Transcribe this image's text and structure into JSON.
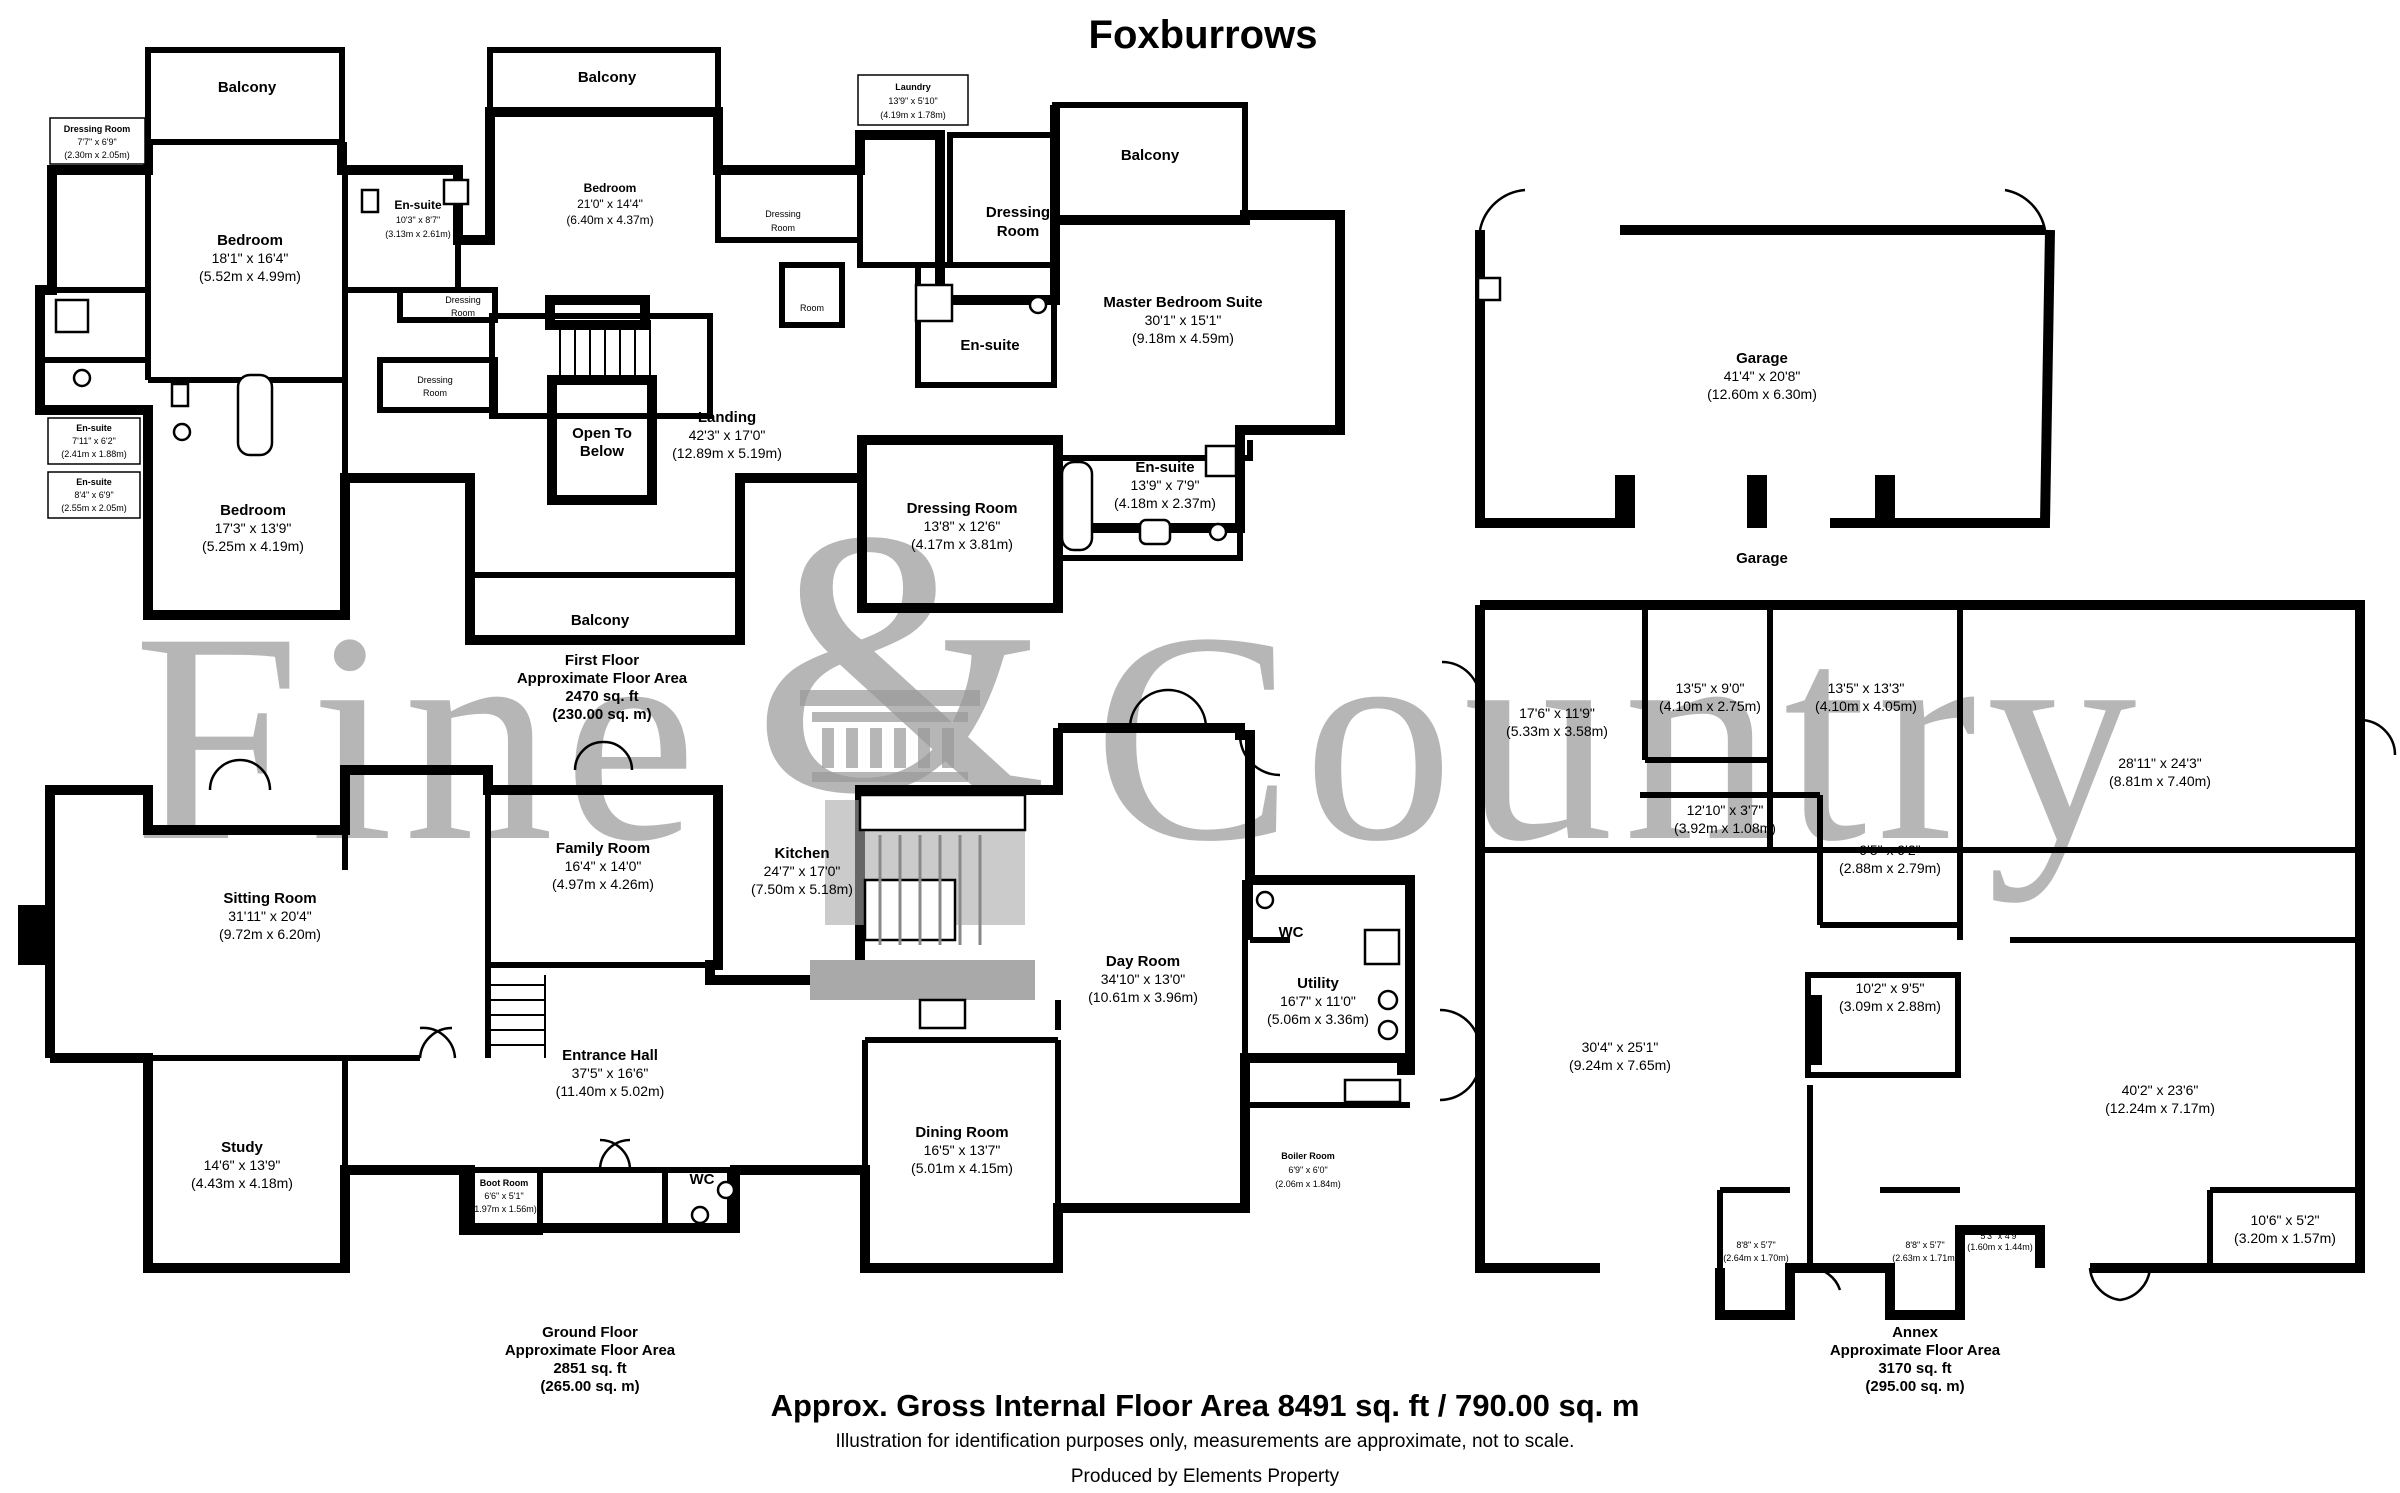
{
  "title": "Foxburrows",
  "watermark": {
    "word1": "Fine",
    "amp": "&",
    "word2": "Country"
  },
  "first_floor": {
    "label": "First Floor",
    "area_label": "Approximate Floor Area",
    "area_sqft": "2470 sq. ft",
    "area_sqm": "(230.00 sq. m)",
    "rooms": {
      "balcony_1": {
        "name": "Balcony"
      },
      "balcony_2": {
        "name": "Balcony"
      },
      "balcony_3": {
        "name": "Balcony"
      },
      "balcony_4": {
        "name": "Balcony"
      },
      "dressing_1": {
        "name": "Dressing Room",
        "imperial": "7'7\" x 6'9\"",
        "metric": "(2.30m x 2.05m)"
      },
      "bedroom_1": {
        "name": "Bedroom",
        "imperial": "18'1\" x 16'4\"",
        "metric": "(5.52m x 4.99m)"
      },
      "ensuite_1": {
        "name": "En-suite",
        "imperial": "10'3\" x 8'7\"",
        "metric": "(3.13m x 2.61m)"
      },
      "bedroom_2": {
        "name": "Bedroom",
        "imperial": "21'0\" x 14'4\"",
        "metric": "(6.40m x 4.37m)"
      },
      "dressing_2": {
        "name": "Dressing",
        "name2": "Room"
      },
      "dressing_3": {
        "name": "Dressing",
        "name2": "Room"
      },
      "dressing_4": {
        "name": "Dressing",
        "name2": "Room"
      },
      "room_small": {
        "name": "Room"
      },
      "laundry": {
        "name": "Laundry",
        "imperial": "13'9\" x 5'10\"",
        "metric": "(4.19m x 1.78m)"
      },
      "dressing_master": {
        "name": "Dressing",
        "name2": "Room"
      },
      "master": {
        "name": "Master Bedroom Suite",
        "imperial": "30'1\" x 15'1\"",
        "metric": "(9.18m x 4.59m)"
      },
      "ensuite_master_small": {
        "name": "En-suite"
      },
      "ensuite_2": {
        "name": "En-suite",
        "imperial": "7'11\" x 6'2\"",
        "metric": "(2.41m x 1.88m)"
      },
      "ensuite_3": {
        "name": "En-suite",
        "imperial": "8'4\" x 6'9\"",
        "metric": "(2.55m x 2.05m)"
      },
      "bedroom_3": {
        "name": "Bedroom",
        "imperial": "17'3\" x 13'9\"",
        "metric": "(5.25m x 4.19m)"
      },
      "open_below": {
        "name": "Open To",
        "name2": "Below"
      },
      "landing": {
        "name": "Landing",
        "imperial": "42'3\" x 17'0\"",
        "metric": "(12.89m x 5.19m)"
      },
      "dressing_5": {
        "name": "Dressing Room",
        "imperial": "13'8\" x 12'6\"",
        "metric": "(4.17m x 3.81m)"
      },
      "ensuite_4": {
        "name": "En-suite",
        "imperial": "13'9\" x 7'9\"",
        "metric": "(4.18m x 2.37m)"
      }
    }
  },
  "garage": {
    "label": "Garage",
    "name": "Garage",
    "imperial": "41'4\" x 20'8\"",
    "metric": "(12.60m x 6.30m)"
  },
  "ground_floor": {
    "label": "Ground Floor",
    "area_label": "Approximate Floor Area",
    "area_sqft": "2851 sq. ft",
    "area_sqm": "(265.00 sq. m)",
    "rooms": {
      "sitting": {
        "name": "Sitting Room",
        "imperial": "31'11\" x 20'4\"",
        "metric": "(9.72m x 6.20m)"
      },
      "family": {
        "name": "Family Room",
        "imperial": "16'4\" x 14'0\"",
        "metric": "(4.97m x 4.26m)"
      },
      "kitchen": {
        "name": "Kitchen",
        "imperial": "24'7\" x 17'0\"",
        "metric": "(7.50m x 5.18m)"
      },
      "day": {
        "name": "Day Room",
        "imperial": "34'10\" x 13'0\"",
        "metric": "(10.61m x 3.96m)"
      },
      "wc_1": {
        "name": "WC"
      },
      "utility": {
        "name": "Utility",
        "imperial": "16'7\" x 11'0\"",
        "metric": "(5.06m x 3.36m)"
      },
      "entrance": {
        "name": "Entrance Hall",
        "imperial": "37'5\" x 16'6\"",
        "metric": "(11.40m x 5.02m)"
      },
      "study": {
        "name": "Study",
        "imperial": "14'6\" x 13'9\"",
        "metric": "(4.43m x 4.18m)"
      },
      "boot": {
        "name": "Boot Room",
        "imperial": "6'6\" x 5'1\"",
        "metric": "(1.97m x 1.56m)"
      },
      "wc_2": {
        "name": "WC"
      },
      "dining": {
        "name": "Dining Room",
        "imperial": "16'5\" x 13'7\"",
        "metric": "(5.01m x 4.15m)"
      },
      "boiler": {
        "name": "Boiler Room",
        "imperial": "6'9\" x 6'0\"",
        "metric": "(2.06m x 1.84m)"
      }
    }
  },
  "annex": {
    "label": "Annex",
    "area_label": "Approximate Floor Area",
    "area_sqft": "3170 sq. ft",
    "area_sqm": "(295.00 sq. m)",
    "rooms": {
      "a1": {
        "imperial": "17'6\" x 11'9\"",
        "metric": "(5.33m x 3.58m)"
      },
      "a2": {
        "imperial": "13'5\" x 9'0\"",
        "metric": "(4.10m x 2.75m)"
      },
      "a3": {
        "imperial": "13'5\" x 13'3\"",
        "metric": "(4.10m x 4.05m)"
      },
      "a4": {
        "imperial": "28'11\" x 24'3\"",
        "metric": "(8.81m x 7.40m)"
      },
      "a5": {
        "imperial": "12'10\" x 3'7\"",
        "metric": "(3.92m x 1.08m)"
      },
      "a6": {
        "imperial": "9'5\" x 9'2\"",
        "metric": "(2.88m x 2.79m)"
      },
      "a7": {
        "imperial": "10'2\" x 9'5\"",
        "metric": "(3.09m x 2.88m)"
      },
      "a8": {
        "imperial": "30'4\" x 25'1\"",
        "metric": "(9.24m x 7.65m)"
      },
      "a9": {
        "imperial": "40'2\" x 23'6\"",
        "metric": "(12.24m x 7.17m)"
      },
      "a10": {
        "imperial": "8'8\" x 5'7\"",
        "metric": "(2.64m x 1.70m)"
      },
      "a11": {
        "imperial": "8'8\" x 5'7\"",
        "metric": "(2.63m x 1.71m)"
      },
      "a12": {
        "imperial": "5'3\" x 4'9\"",
        "metric": "(1.60m x 1.44m)"
      },
      "a13": {
        "imperial": "10'6\" x 5'2\"",
        "metric": "(3.20m x 1.57m)"
      }
    }
  },
  "footer": {
    "gross": "Approx. Gross Internal Floor Area 8491 sq. ft / 790.00 sq. m",
    "disclaimer": "Illustration for identification purposes only, measurements are approximate, not to scale.",
    "credit": "Produced by Elements Property"
  }
}
